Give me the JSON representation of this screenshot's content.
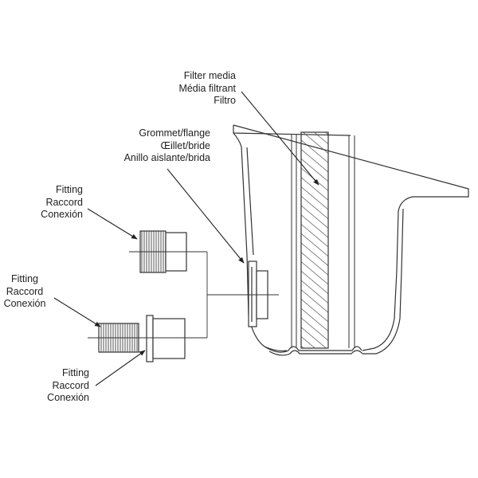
{
  "labels": {
    "filter_media": [
      "Filter media",
      "Média filtrant",
      "Filtro"
    ],
    "grommet": [
      "Grommet/flange",
      "Œillet/bride",
      "Anillo aislante/brida"
    ],
    "fitting_top": [
      "Fitting",
      "Raccord",
      "Conexión"
    ],
    "fitting_middle": [
      "Fitting",
      "Raccord",
      "Conexión"
    ],
    "fitting_bottom": [
      "Fitting",
      "Raccord",
      "Conexión"
    ]
  },
  "colors": {
    "line": "#333333",
    "text": "#222222",
    "background": "#ffffff"
  }
}
